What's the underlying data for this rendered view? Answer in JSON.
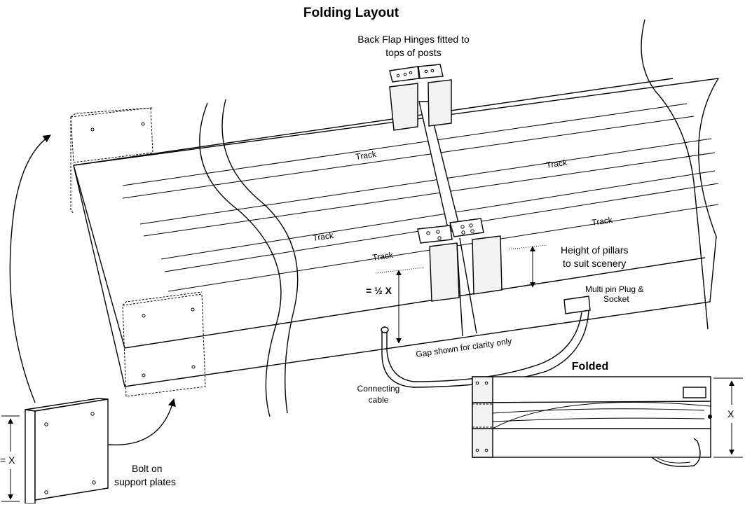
{
  "title": "Folding Layout",
  "labels": {
    "hinges_line1": "Back Flap Hinges fitted to",
    "hinges_line2": "tops of posts",
    "track": "Track",
    "half_x": "= ½ X",
    "height_line1": "Height of pillars",
    "height_line2": "to suit scenery",
    "plug_line1": "Multi pin Plug &",
    "plug_line2": "Socket",
    "gap": "Gap shown for clarity only",
    "cable_line1": "Connecting",
    "cable_line2": "cable",
    "plates_line1": "Bolt on",
    "plates_line2": "support plates",
    "eq_x": "= X",
    "folded": "Folded",
    "x": "X"
  },
  "colors": {
    "line": "#000000",
    "background": "#ffffff",
    "shade": "#f2f2f2"
  }
}
